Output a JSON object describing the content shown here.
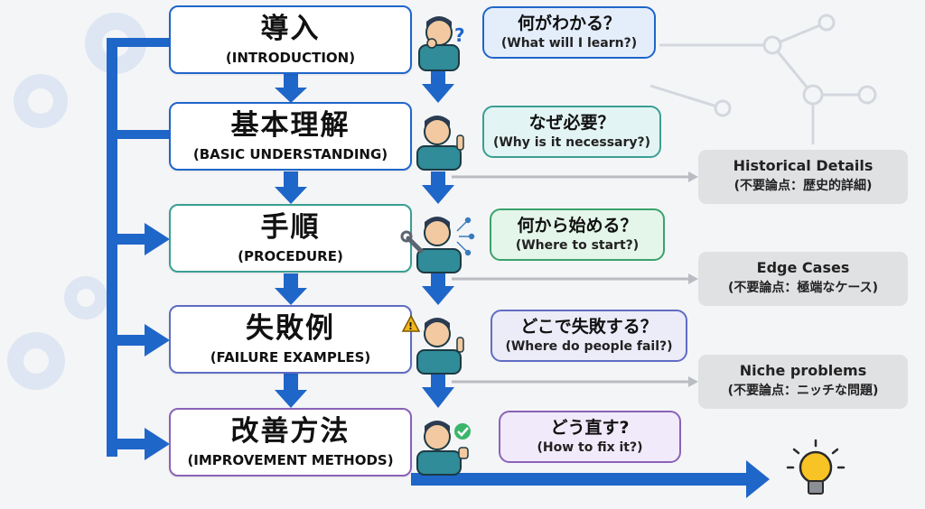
{
  "steps": [
    {
      "jp": "導入",
      "en": "(INTRODUCTION)"
    },
    {
      "jp": "基本理解",
      "en": "(BASIC UNDERSTANDING)"
    },
    {
      "jp": "手順",
      "en": "(PROCEDURE)"
    },
    {
      "jp": "失敗例",
      "en": "(FAILURE EXAMPLES)"
    },
    {
      "jp": "改善方法",
      "en": "(IMPROVEMENT METHODS)"
    }
  ],
  "questions": [
    {
      "jp": "何がわかる？",
      "en": "(What will I learn?)"
    },
    {
      "jp": "なぜ必要？",
      "en": "(Why is it necessary?)"
    },
    {
      "jp": "何から始める？",
      "en": "(Where to start?)"
    },
    {
      "jp": "どこで失敗する？",
      "en": "(Where do people fail?)"
    },
    {
      "jp": "どう直す?",
      "en": "(How to fix it?)"
    }
  ],
  "unneeded": [
    {
      "en": "Historical Details",
      "jp": "(不要論点：歴史的詳細)"
    },
    {
      "en": "Edge Cases",
      "jp": "(不要論点：極端なケース)"
    },
    {
      "en": "Niche problems",
      "jp": "(不要論点：ニッチな問題)"
    }
  ],
  "person_marks": {
    "question": "?",
    "warning": "!"
  },
  "colors": {
    "flow_blue": "#1f66c9",
    "bubble_blue": "#e4eefb",
    "bubble_teal": "#e2f4f3",
    "bubble_green": "#e4f5ea",
    "bubble_lavender": "#ecebf8",
    "bubble_purple": "#f1eafa",
    "person_shirt": "#2f8c98",
    "bulb_yellow": "#f7c325"
  },
  "icons": [
    "gear-icon",
    "person-icon",
    "question-mark-icon",
    "pointing-hand-icon",
    "wrench-icon",
    "warning-icon",
    "check-icon",
    "lightbulb-icon",
    "network-node-icon"
  ]
}
